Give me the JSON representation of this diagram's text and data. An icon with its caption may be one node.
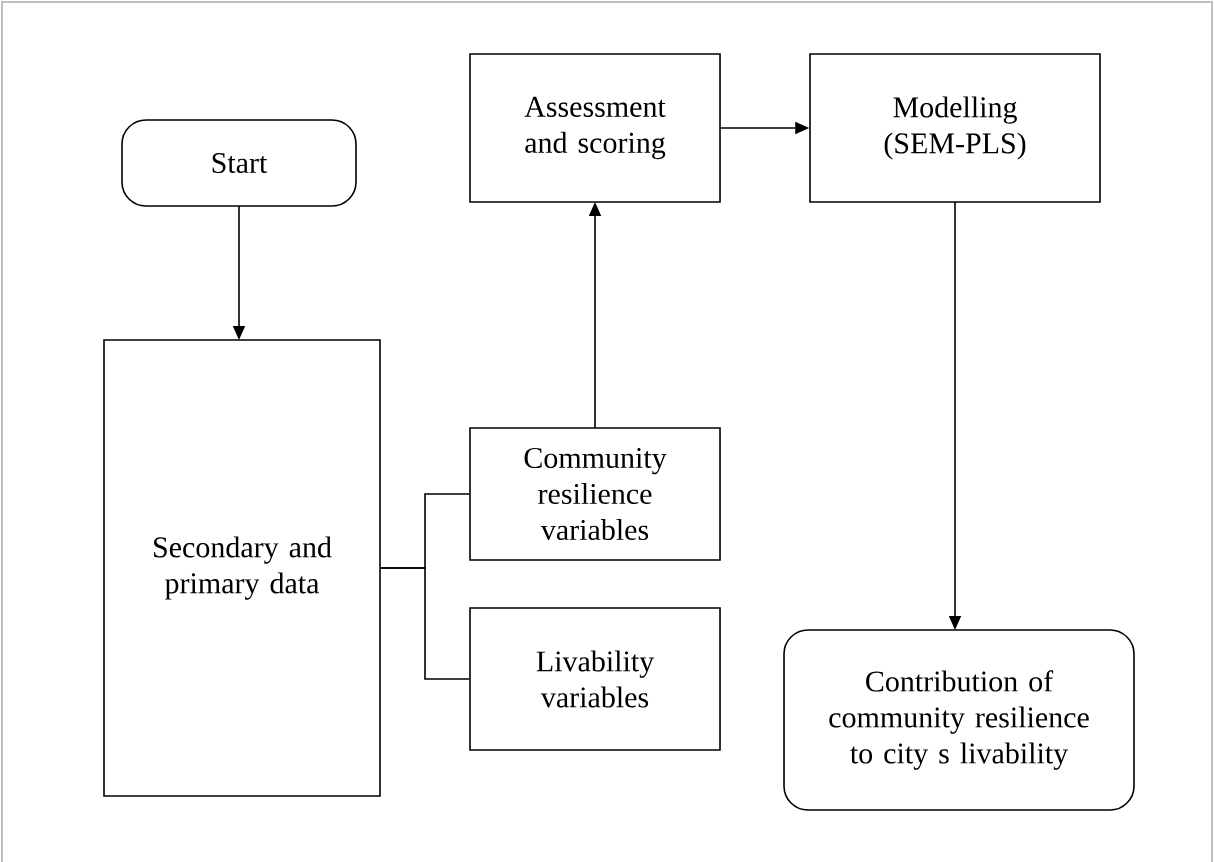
{
  "diagram": {
    "nodes": [
      {
        "text": [
          "Start"
        ]
      },
      {
        "text": [
          "Secondary and primary data"
        ]
      },
      {
        "text": [
          "Assessment and scoring"
        ]
      },
      {
        "text": [
          "Community resilience variables"
        ]
      },
      {
        "text": [
          "Livability variables"
        ]
      },
      {
        "text": [
          "Modelling (SEM-PLS)"
        ]
      },
      {
        "text": [
          "Contribution of community resilience to city s livability"
        ]
      }
    ],
    "edges": [
      {
        "from": 0,
        "to": 1,
        "arrow": "to"
      },
      {
        "from": 1,
        "to": 3,
        "arrow": "none"
      },
      {
        "from": 1,
        "to": 4,
        "arrow": "none"
      },
      {
        "from": 3,
        "to": 2,
        "arrow": "to"
      },
      {
        "from": 2,
        "to": 5,
        "arrow": "to"
      },
      {
        "from": 5,
        "to": 6,
        "arrow": "to"
      }
    ]
  }
}
